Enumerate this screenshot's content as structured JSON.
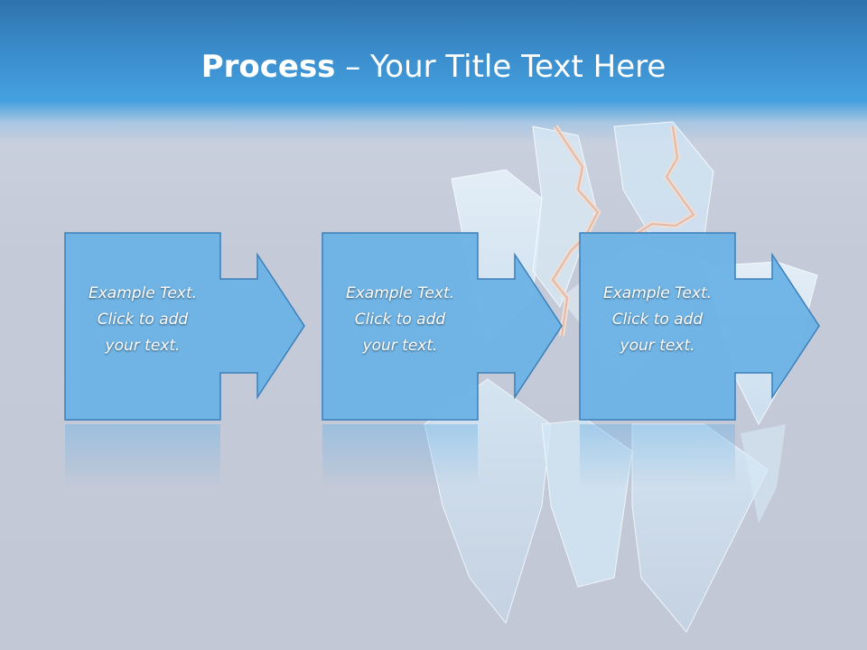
{
  "slide": {
    "title_bold": "Process",
    "title_rest": " – Your Title Text Here"
  },
  "steps": [
    {
      "line1": "Example Text.",
      "line2": "Click  to add",
      "line3": "your text."
    },
    {
      "line1": "Example Text.",
      "line2": "Click  to add",
      "line3": "your text."
    },
    {
      "line1": "Example Text.",
      "line2": "Click  to add",
      "line3": "your text."
    }
  ],
  "colors": {
    "header": "#3a8ccb",
    "box_fill": "#6cb2e6",
    "box_stroke": "#3c7fb8",
    "text": "#ffffff"
  }
}
